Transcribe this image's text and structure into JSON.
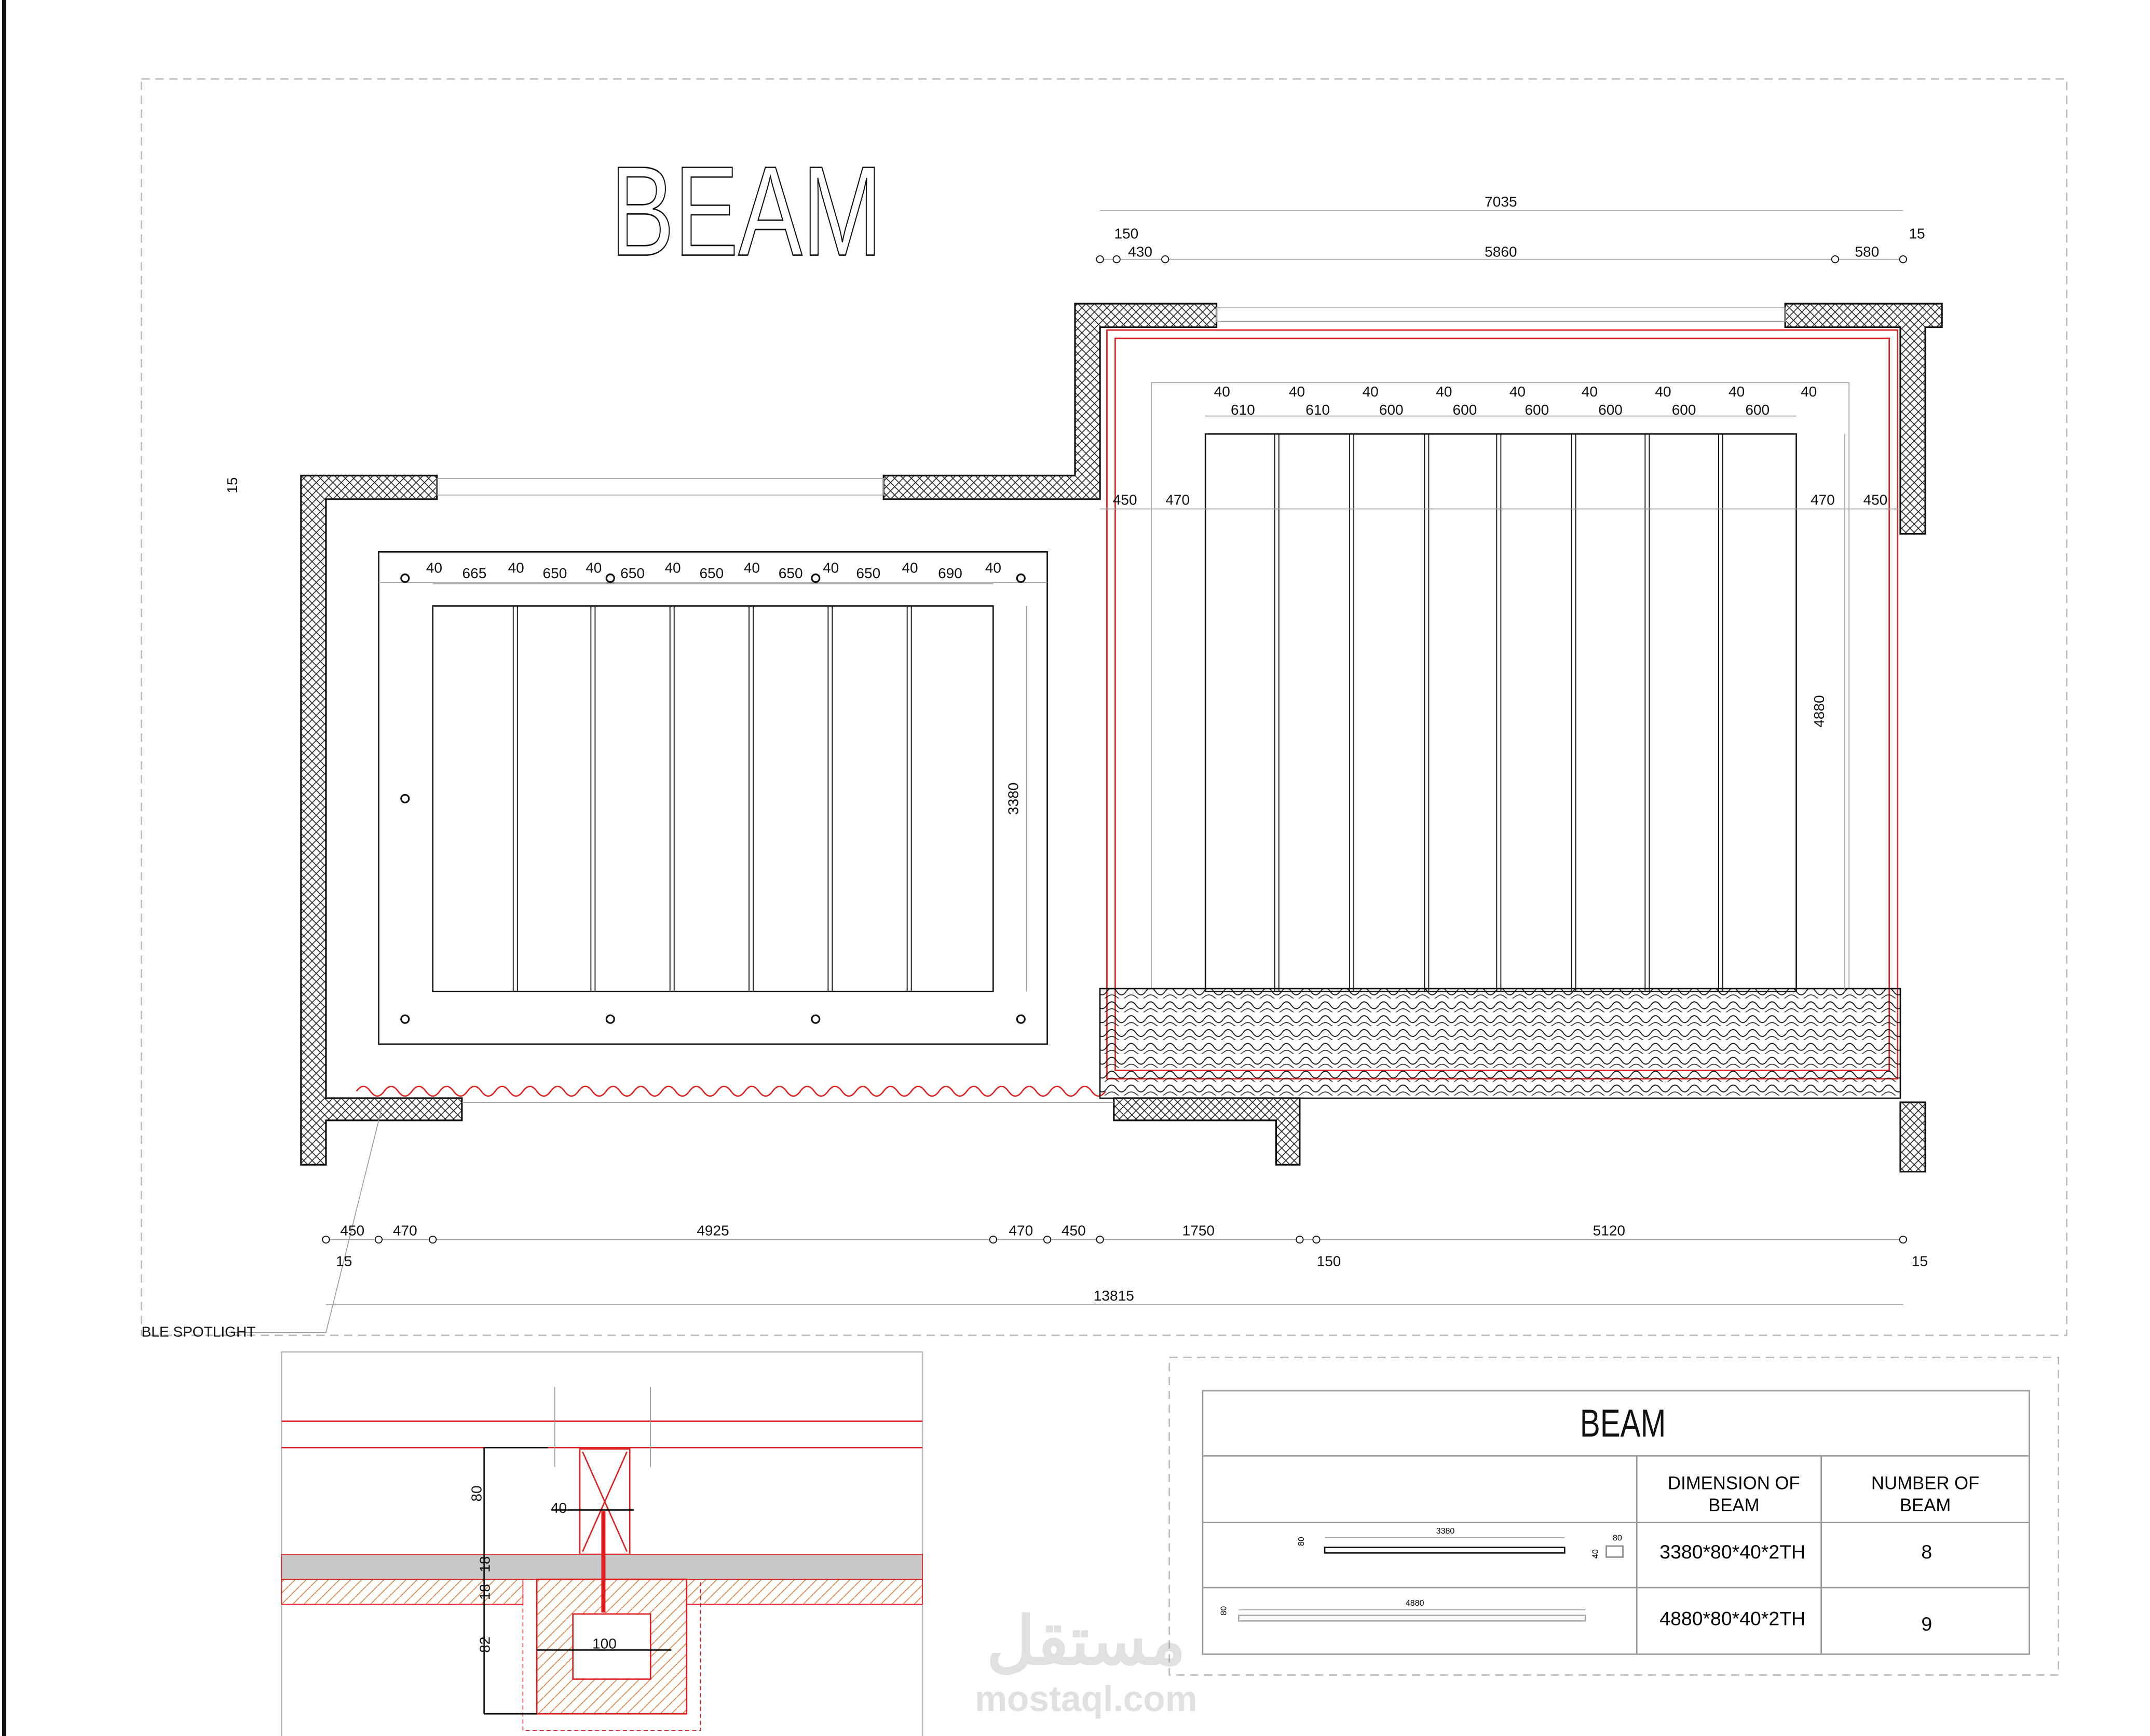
{
  "title": "BEAM",
  "plan": {
    "top_dims": {
      "overall": "7035",
      "left_offset": "150",
      "left_wall": "430",
      "window": "5860",
      "right_wall": "580",
      "right_offset": "15"
    },
    "right_room": {
      "beam_widths": [
        "40",
        "40",
        "40",
        "40",
        "40",
        "40",
        "40",
        "40",
        "40"
      ],
      "spacings": [
        "610",
        "610",
        "600",
        "600",
        "600",
        "600",
        "600",
        "600"
      ],
      "side_dims": [
        "450",
        "470",
        "470",
        "450"
      ],
      "length": "4880"
    },
    "left_room": {
      "beam_widths": [
        "40",
        "40",
        "40",
        "40",
        "40",
        "40",
        "40",
        "40"
      ],
      "spacings": [
        "665",
        "650",
        "650",
        "650",
        "650",
        "650",
        "690"
      ],
      "length": "3380",
      "side_offset": "15"
    },
    "bottom_dims": {
      "d1": "450",
      "d2": "470",
      "d3": "4925",
      "d4": "470",
      "d5": "450",
      "d6": "1750",
      "d7": "5120",
      "o1": "15",
      "o2": "150",
      "o3": "15",
      "overall": "13815"
    },
    "callout": "BLE  SPOTLIGHT"
  },
  "detail": {
    "beam_height": "80",
    "beam_width": "40",
    "board1": "18",
    "board2": "18",
    "recess_depth": "82",
    "recess_width": "100"
  },
  "schedule": {
    "title": "BEAM",
    "headers": [
      "DIMENSION OF BEAM",
      "NUMBER  OF BEAM"
    ],
    "rows": [
      {
        "sketch_length": "3380",
        "sketch_height": "80",
        "section_w": "40",
        "section_h": "80",
        "dimension": "3380*80*40*2TH",
        "count": "8"
      },
      {
        "sketch_length": "4880",
        "sketch_height": "80",
        "dimension": "4880*80*40*2TH",
        "count": "9"
      }
    ]
  },
  "watermark": {
    "arabic": "مستقل",
    "latin": "mostaql.com"
  },
  "colors": {
    "line": "#111111",
    "red": "#e02020",
    "wood_hatch": "#e07a3a",
    "board": "#c8c8c8",
    "dim_line": "#999999"
  }
}
